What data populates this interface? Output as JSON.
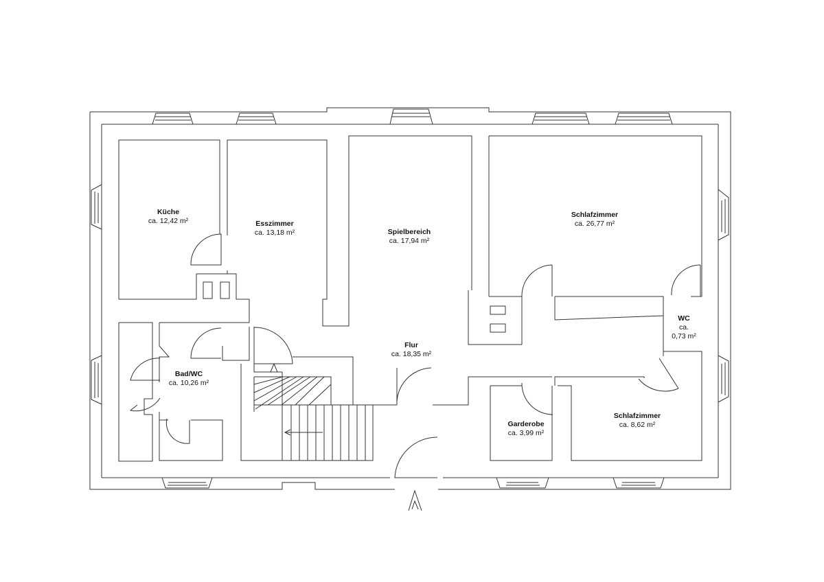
{
  "plan": {
    "rooms": [
      {
        "id": "kueche",
        "name": "Küche",
        "area": "ca. 12,42 m²"
      },
      {
        "id": "esszimmer",
        "name": "Esszimmer",
        "area": "ca. 13,18 m²"
      },
      {
        "id": "spielbereich",
        "name": "Spielbereich",
        "area": "ca. 17,94 m²"
      },
      {
        "id": "schlafzimmer1",
        "name": "Schlafzimmer",
        "area": "ca. 26,77 m²"
      },
      {
        "id": "wc",
        "name": "WC",
        "area_line1": "ca.",
        "area_line2": "0,73 m²"
      },
      {
        "id": "flur",
        "name": "Flur",
        "area": "ca. 18,35 m²"
      },
      {
        "id": "badwc",
        "name": "Bad/WC",
        "area": "ca. 10,26 m²"
      },
      {
        "id": "garderobe",
        "name": "Garderobe",
        "area": "ca. 3,99 m²"
      },
      {
        "id": "schlafzimmer2",
        "name": "Schlafzimmer",
        "area": "ca. 8,62 m²"
      }
    ]
  }
}
